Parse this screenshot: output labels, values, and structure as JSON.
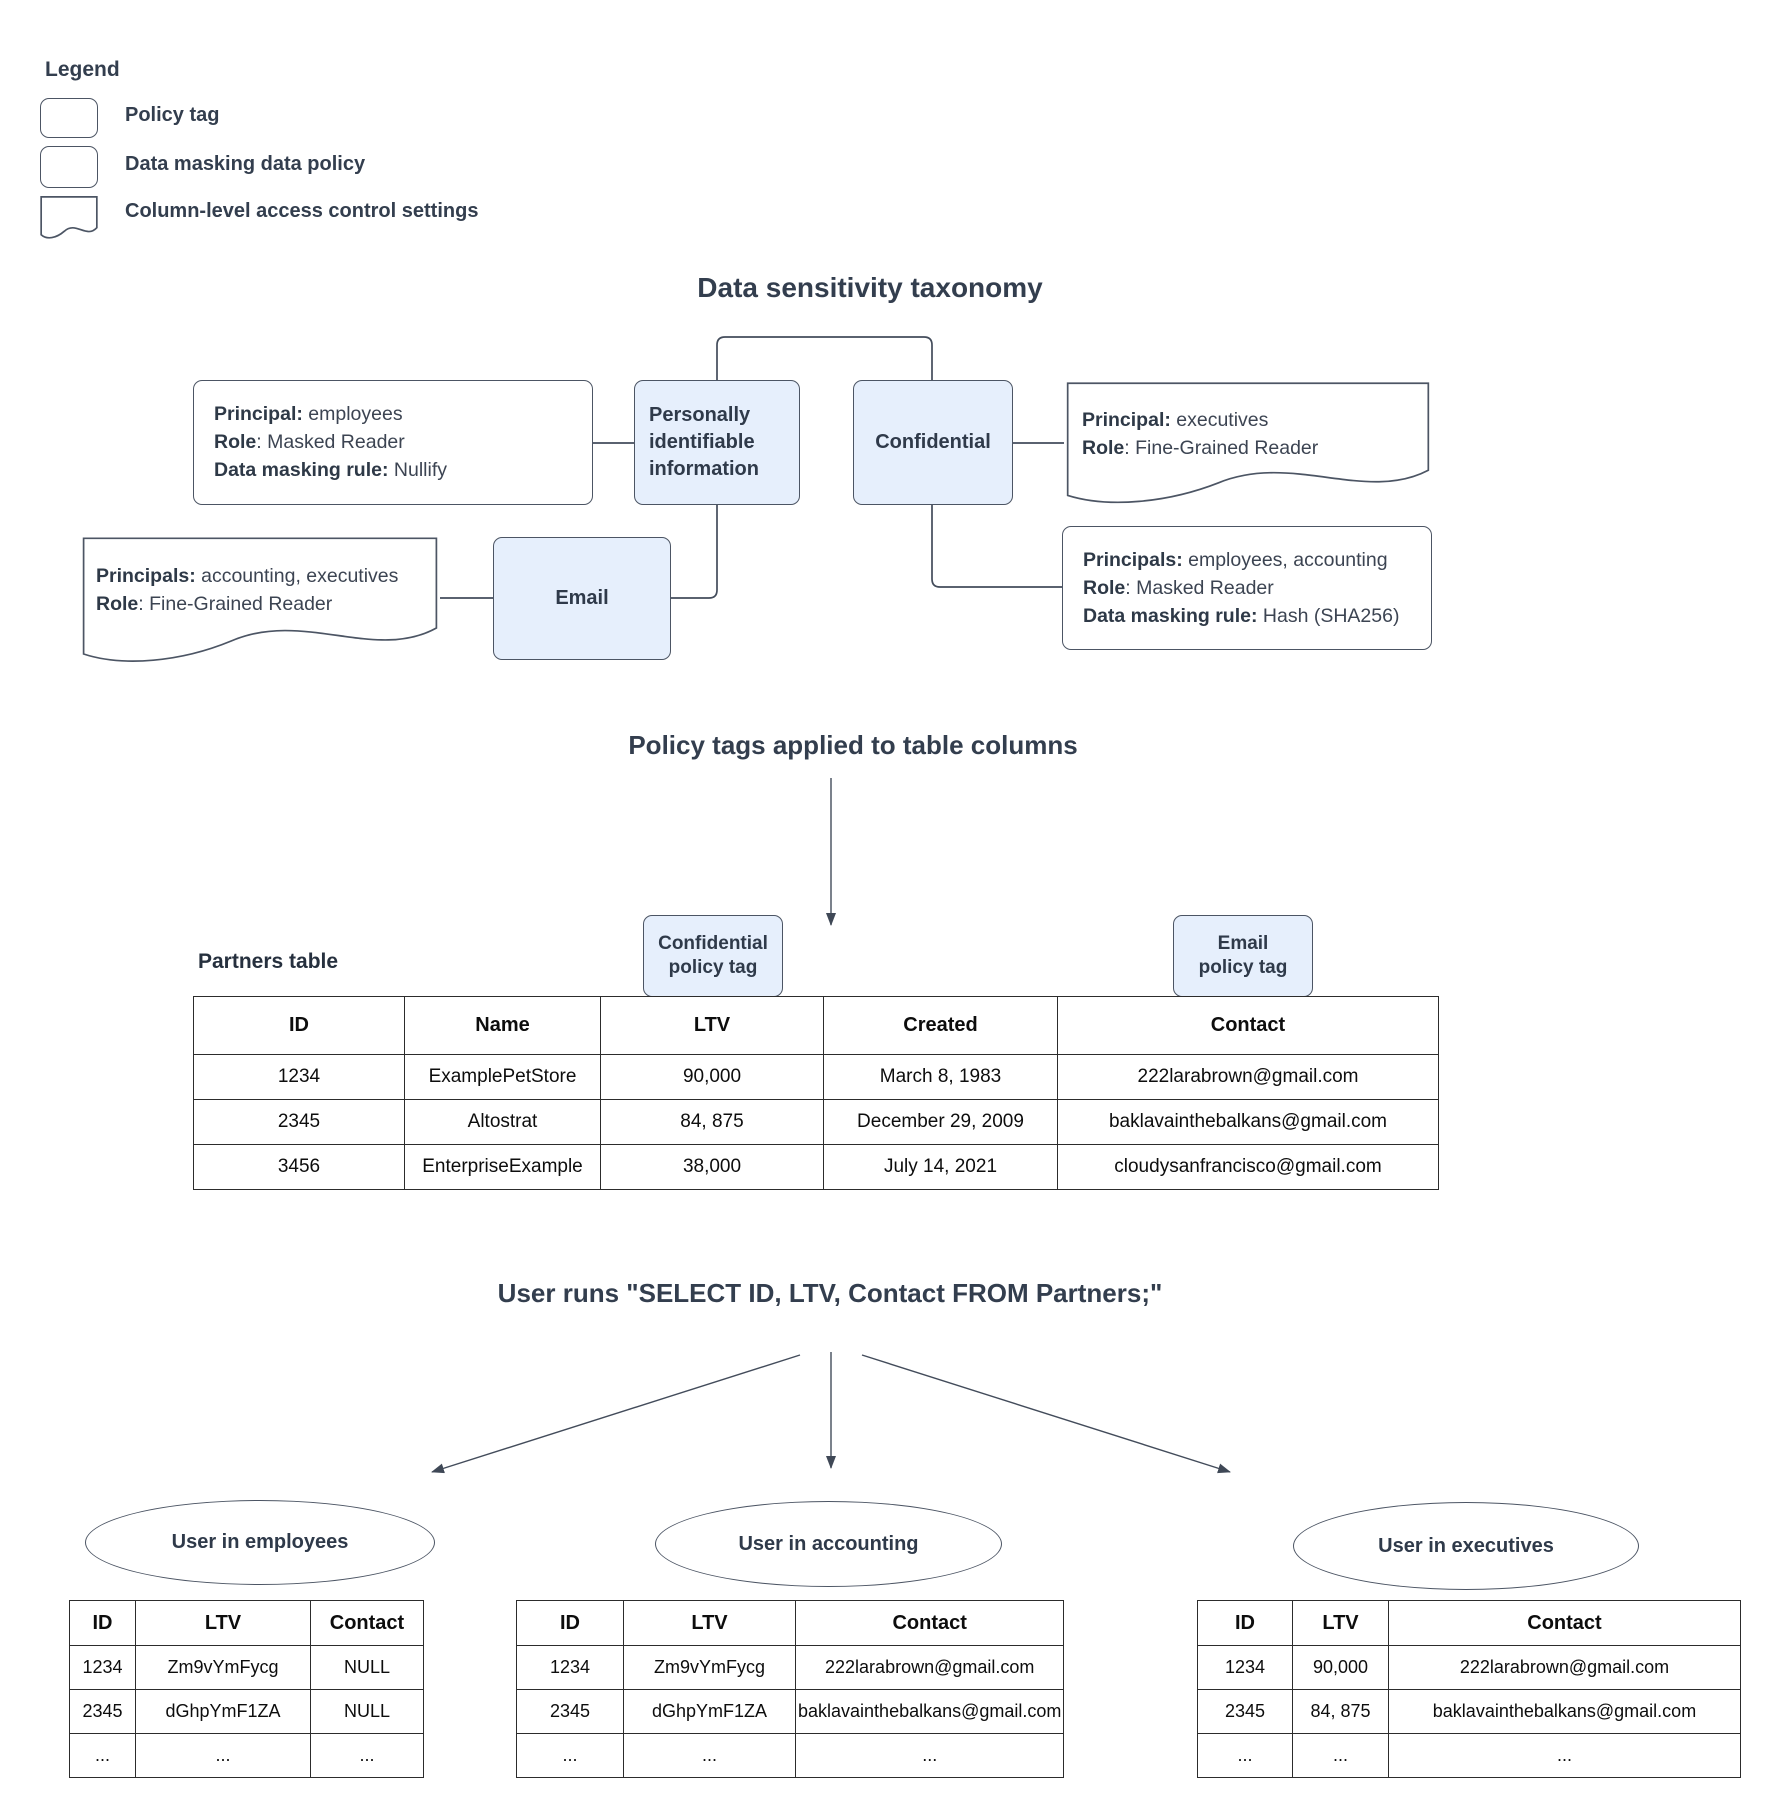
{
  "colors": {
    "policy_tag_fill": "#e6effc",
    "box_border": "#4c5564",
    "heading_text": "#333e4e",
    "table_line": "#2c2c2c"
  },
  "legend": {
    "title": "Legend",
    "items": [
      {
        "label": "Policy tag"
      },
      {
        "label": "Data masking data policy"
      },
      {
        "label": "Column-level access control settings"
      }
    ]
  },
  "taxonomy": {
    "title": "Data sensitivity taxonomy",
    "nodes": {
      "pii": {
        "label": "Personally identifiable information"
      },
      "confidential": {
        "label": "Confidential"
      },
      "email": {
        "label": "Email"
      }
    },
    "policies": {
      "employees_nullify": {
        "lines": [
          [
            "Principal:",
            " employees"
          ],
          [
            "Role",
            ": Masked Reader"
          ],
          [
            "Data masking rule:",
            " Nullify"
          ]
        ]
      },
      "executives_fine_grained": {
        "lines": [
          [
            "Principal:",
            " executives"
          ],
          [
            "Role",
            ": Fine-Grained Reader"
          ]
        ]
      },
      "accounting_executives_fine_grained": {
        "lines": [
          [
            "Principals:",
            " accounting, executives"
          ],
          [
            "Role",
            ": Fine-Grained Reader"
          ]
        ]
      },
      "employees_accounting_hash": {
        "lines": [
          [
            "Principals:",
            " employees, accounting"
          ],
          [
            "Role",
            ": Masked Reader"
          ],
          [
            "Data masking rule:",
            " Hash (SHA256)"
          ]
        ]
      }
    }
  },
  "applied_section": {
    "title": "Policy tags applied to table columns",
    "partners_label": "Partners table",
    "chips": {
      "confidential": [
        "Confidential",
        "policy tag"
      ],
      "email": [
        "Email",
        "policy tag"
      ]
    },
    "table": {
      "headers": [
        "ID",
        "Name",
        "LTV",
        "Created",
        "Contact"
      ],
      "rows": [
        [
          "1234",
          "ExamplePetStore",
          "90,000",
          "March 8, 1983",
          "222larabrown@gmail.com"
        ],
        [
          "2345",
          "Altostrat",
          "84, 875",
          "December 29, 2009",
          "baklavainthebalkans@gmail.com"
        ],
        [
          "3456",
          "EnterpriseExample",
          "38,000",
          "July 14, 2021",
          "cloudysanfrancisco@gmail.com"
        ]
      ]
    }
  },
  "query_section": {
    "title": "User runs \"SELECT ID, LTV, Contact FROM Partners;\"",
    "results": [
      {
        "group": "User in employees",
        "headers": [
          "ID",
          "LTV",
          "Contact"
        ],
        "rows": [
          [
            "1234",
            "Zm9vYmFycg",
            "NULL"
          ],
          [
            "2345",
            "dGhpYmF1ZA",
            "NULL"
          ],
          [
            "...",
            "...",
            "..."
          ]
        ]
      },
      {
        "group": "User in accounting",
        "headers": [
          "ID",
          "LTV",
          "Contact"
        ],
        "rows": [
          [
            "1234",
            "Zm9vYmFycg",
            "222larabrown@gmail.com"
          ],
          [
            "2345",
            "dGhpYmF1ZA",
            "baklavainthebalkans@gmail.com"
          ],
          [
            "...",
            "...",
            "..."
          ]
        ]
      },
      {
        "group": "User in executives",
        "headers": [
          "ID",
          "LTV",
          "Contact"
        ],
        "rows": [
          [
            "1234",
            "90,000",
            "222larabrown@gmail.com"
          ],
          [
            "2345",
            "84, 875",
            "baklavainthebalkans@gmail.com"
          ],
          [
            "...",
            "...",
            "..."
          ]
        ]
      }
    ]
  }
}
